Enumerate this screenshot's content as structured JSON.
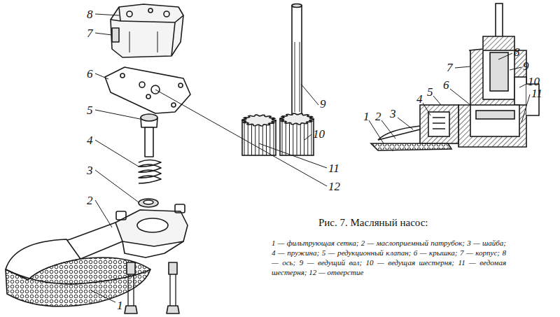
{
  "diagram": {
    "title": "Рис. 7. Масляный насос:",
    "caption": "1 — фильтрующая сетка; 2 — маслоприемный патрубок; 3 — шайба; 4 — пружина; 5 — редукционный клапан; 6 — крышка; 7 — корпус; 8 — ось; 9 — ведущий вал; 10 — ведущая шестерня; 11 — ведомая шестерня; 12 — отверстие",
    "labels": [
      "8",
      "7",
      "6",
      "5",
      "4",
      "3",
      "2",
      "1",
      "9",
      "10",
      "11",
      "12",
      "1",
      "2",
      "3",
      "4",
      "5",
      "6",
      "7",
      "8",
      "9",
      "10",
      "11"
    ]
  }
}
